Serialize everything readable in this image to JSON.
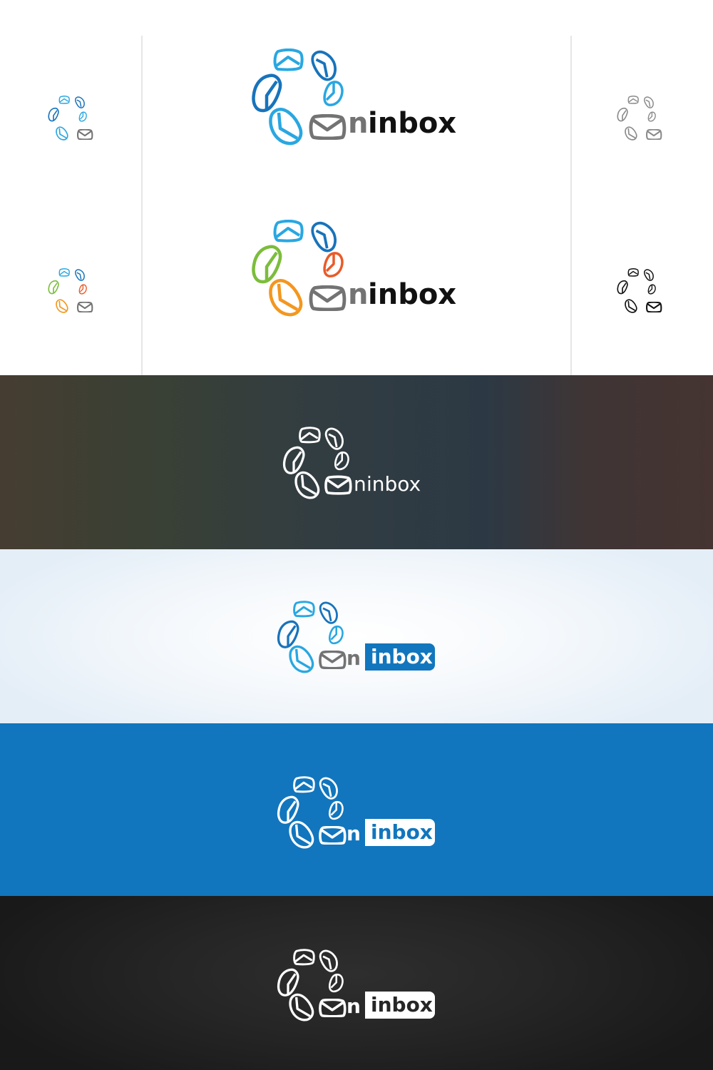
{
  "brand": {
    "prefix_glyph": "envelope-o",
    "n_letter": "n",
    "word": "inbox",
    "full_name": "Oninbox"
  },
  "palette": {
    "light_blue": "#29a7e1",
    "dark_blue": "#1873bb",
    "gray": "#737373",
    "black": "#111111",
    "green": "#7cbd3b",
    "orange_red": "#ea5a28",
    "orange": "#f3971f",
    "white": "#ffffff",
    "brand_blue_bg": "#1176bd"
  },
  "sections": [
    {
      "name": "primary-blue-variant",
      "background": "#ffffff",
      "word_color": "#111111"
    },
    {
      "name": "multicolor-variant",
      "background": "#ffffff",
      "word_color": "#111111"
    },
    {
      "name": "dark-gradient-variant",
      "background": "#2c3944",
      "word_color": "#ffffff"
    },
    {
      "name": "light-gradient-pill-variant",
      "background": "#f6f9fc",
      "pill_color": "#1176bd"
    },
    {
      "name": "blue-bg-pill-variant",
      "background": "#1176bd",
      "pill_color": "#ffffff"
    },
    {
      "name": "black-bg-pill-variant",
      "background": "#262626",
      "pill_color": "#ffffff"
    }
  ],
  "icon_variants": [
    {
      "name": "small-blue-icon"
    },
    {
      "name": "small-gray-icon"
    },
    {
      "name": "small-multicolor-icon"
    },
    {
      "name": "small-black-icon"
    }
  ]
}
